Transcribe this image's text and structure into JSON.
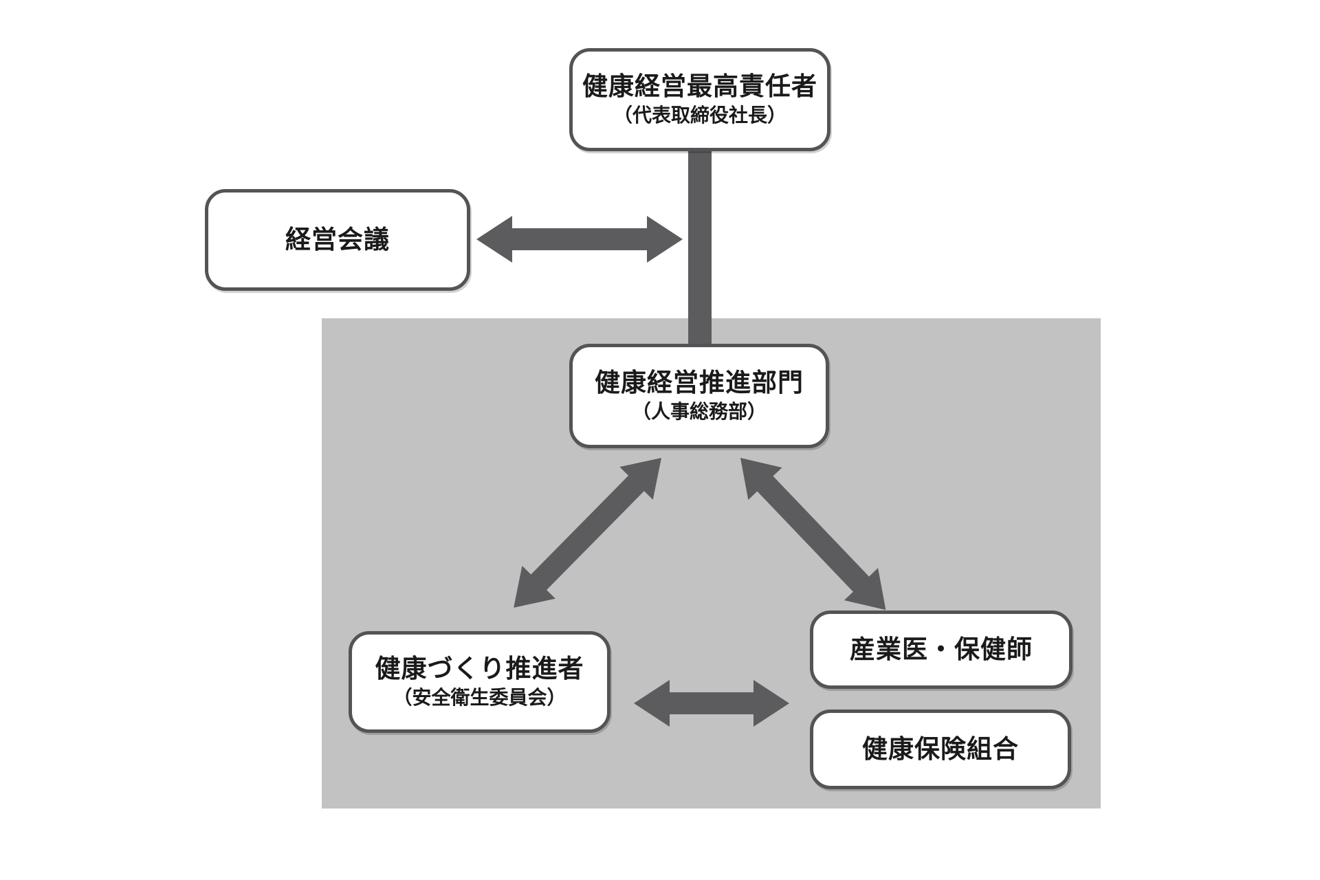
{
  "colors": {
    "background": "#ffffff",
    "panel": "#c2c2c2",
    "dark": "#5c5c5f",
    "box_border": "#545457",
    "box_bg": "#ffffff",
    "text": "#1a1a1a"
  },
  "nodes": {
    "ceo": {
      "title": "健康経営最高責任者",
      "subtitle": "（代表取締役社長）"
    },
    "management_meeting": {
      "title": "経営会議"
    },
    "promotion_dept": {
      "title": "健康経営推進部門",
      "subtitle": "（人事総務部）"
    },
    "health_promoter": {
      "title": "健康づくり推進者",
      "subtitle": "（安全衛生委員会）"
    },
    "occupational_physician": {
      "title": "産業医・保健師"
    },
    "health_insurance": {
      "title": "健康保険組合"
    }
  },
  "connections": [
    {
      "from": "ceo",
      "to": "promotion_dept",
      "style": "bar",
      "bidirectional": false
    },
    {
      "from": "management_meeting",
      "to": "ceo",
      "style": "double-arrow",
      "bidirectional": true
    },
    {
      "from": "promotion_dept",
      "to": "health_promoter",
      "style": "double-arrow",
      "bidirectional": true
    },
    {
      "from": "promotion_dept",
      "to": "occupational_physician",
      "style": "double-arrow",
      "bidirectional": true
    },
    {
      "from": "health_promoter",
      "to": "occupational_physician",
      "style": "double-arrow",
      "bidirectional": true
    }
  ]
}
